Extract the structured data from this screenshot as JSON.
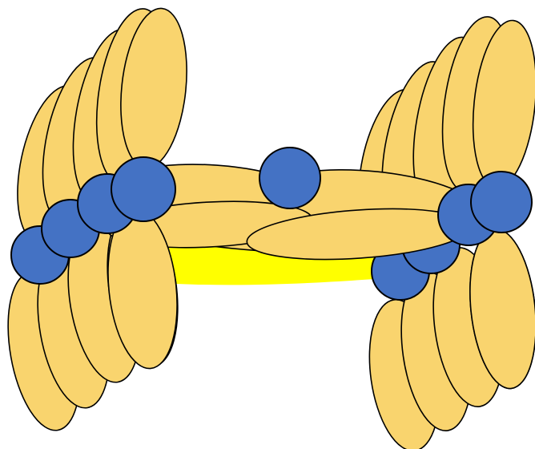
{
  "diagram": {
    "colors": {
      "lobe_fill": "#F9D46E",
      "atom_fill": "#4472C4",
      "core_fill": "#FFFF00",
      "stroke": "#000000",
      "background": "#FFFFFF"
    },
    "parts": {
      "left_stack_lobes": 10,
      "right_stack_lobes": 10,
      "ring_lobes": 6,
      "atoms": 10
    }
  }
}
